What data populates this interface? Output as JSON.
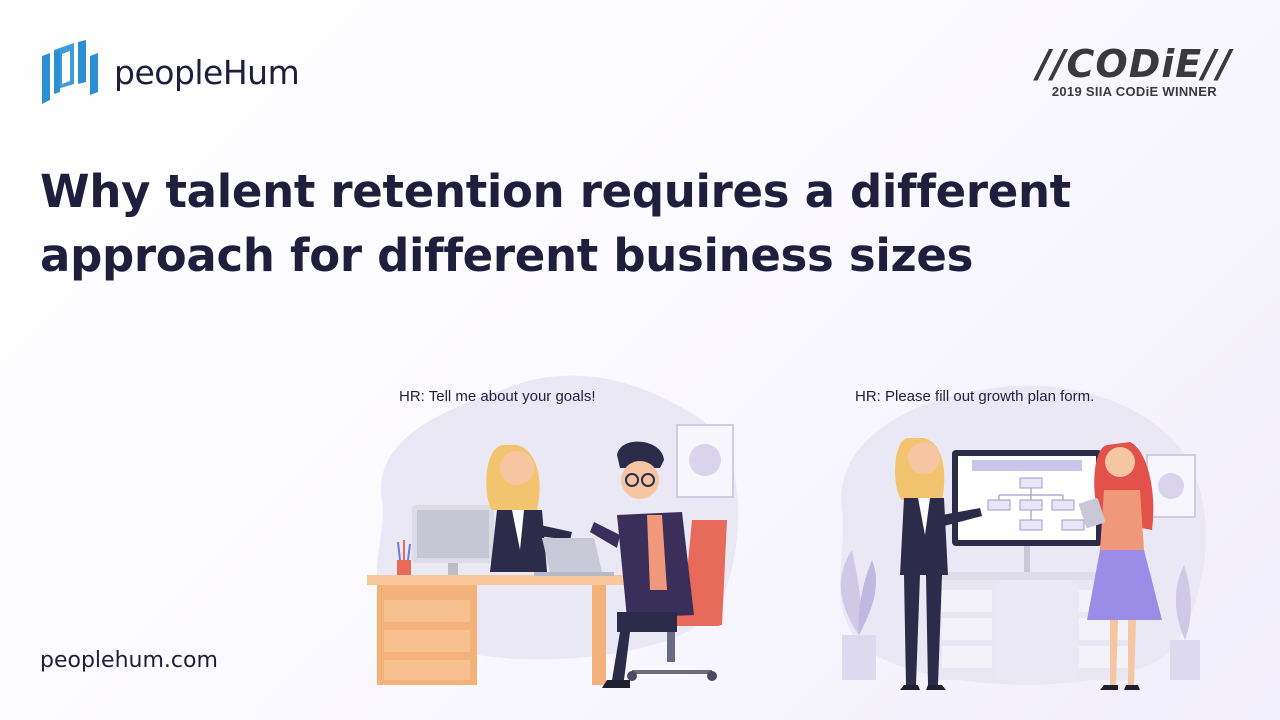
{
  "brand": {
    "name": "peopleHum",
    "website": "peoplehum.com"
  },
  "award": {
    "title": "//CODiE//",
    "subtitle": "2019 SIIA CODiE WINNER"
  },
  "headline": {
    "line1": "Why talent retention requires a different",
    "line2": "approach for different business sizes"
  },
  "scenes": [
    {
      "caption": "HR: Tell me about your goals!"
    },
    {
      "caption": "HR: Please fill out growth plan form.",
      "board_title": "PERFORMANCE REVIEW PROCESS"
    }
  ],
  "colors": {
    "logo_blue": "#2c8fd6",
    "text_dark": "#1f1f3d",
    "blob": "#ebe8f5",
    "desk": "#f4b27b",
    "chair": "#e86a5a",
    "skirt": "#9b8ce8"
  },
  "icons": [
    "peoplehum-logo-icon",
    "plant-icon",
    "frame-icon",
    "monitor-icon",
    "laptop-icon",
    "chair-icon"
  ]
}
